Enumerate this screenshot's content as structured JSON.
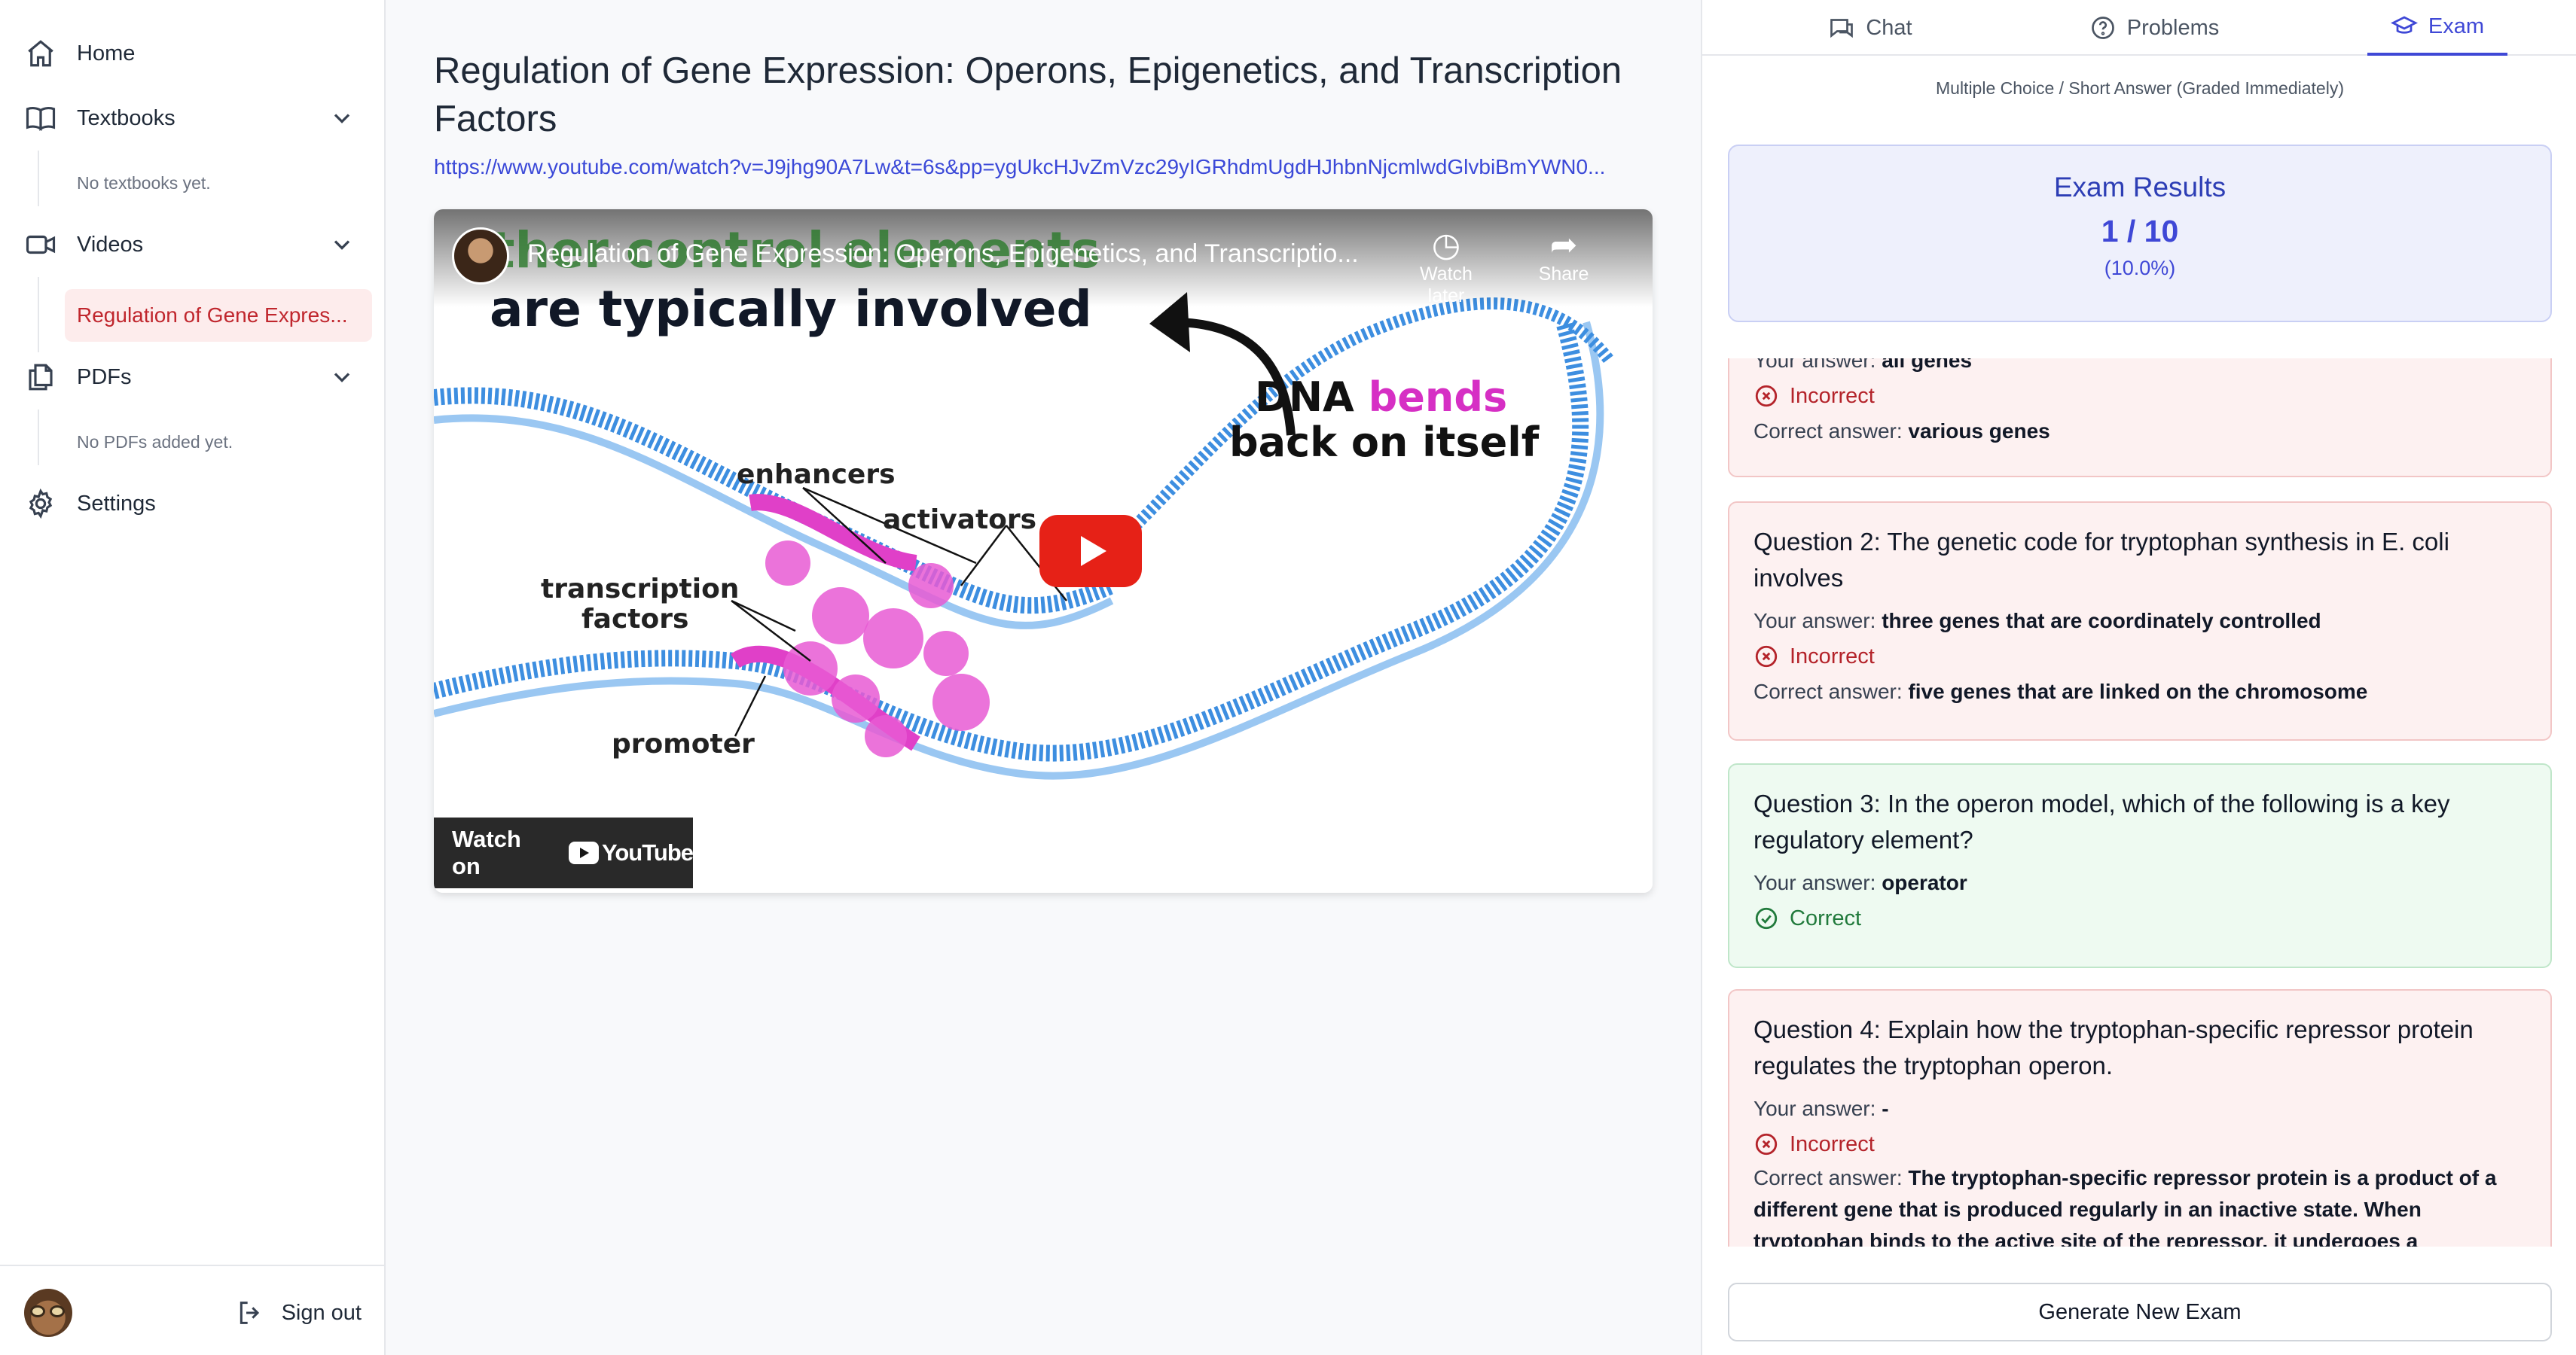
{
  "sidebar": {
    "home_label": "Home",
    "textbooks_label": "Textbooks",
    "textbooks_empty": "No textbooks yet.",
    "videos_label": "Videos",
    "active_video": "Regulation of Gene Expres...",
    "pdfs_label": "PDFs",
    "pdfs_empty": "No PDFs added yet.",
    "settings_label": "Settings",
    "signout_label": "Sign out"
  },
  "main": {
    "title": "Regulation of Gene Expression: Operons, Epigenetics, and Transcription Factors",
    "url": "https://www.youtube.com/watch?v=J9jhg90A7Lw&t=6s&pp=ygUkcHJvZmVzc29yIGRhdmUgdHJhbnNjcmlwdGlvbiBmYWN0...",
    "player": {
      "overlay_title": "Regulation of Gene Expression: Operons, Epigenetics, and Transcriptio...",
      "watch_later": "Watch later",
      "share": "Share",
      "watch_on": "Watch on",
      "youtube_word": "YouTube",
      "frame_heading_1": "ther control elements",
      "frame_heading_2": "are typically involved",
      "dna_word": "DNA",
      "bends_word": "bends",
      "back_on_itself": "back on itself",
      "label_enhancers": "enhancers",
      "label_activators": "activators",
      "label_transcription": "transcription",
      "label_factors": "factors",
      "label_promoter": "promoter"
    }
  },
  "panel": {
    "tabs": {
      "chat": "Chat",
      "problems": "Problems",
      "exam": "Exam"
    },
    "exam_mode": "Multiple Choice / Short Answer (Graded Immediately)",
    "results": {
      "title": "Exam Results",
      "score": "1 / 10",
      "percent": "(10.0%)"
    },
    "questions": {
      "q1": {
        "your_answer_label": "Your answer:",
        "your_answer": "all genes",
        "status": "Incorrect",
        "correct_label": "Correct answer:",
        "correct_answer": "various genes"
      },
      "q2": {
        "text": "Question 2: The genetic code for tryptophan synthesis in E. coli involves",
        "your_answer_label": "Your answer:",
        "your_answer": "three genes that are coordinately controlled",
        "status": "Incorrect",
        "correct_label": "Correct answer:",
        "correct_answer": "five genes that are linked on the chromosome"
      },
      "q3": {
        "text": "Question 3: In the operon model, which of the following is a key regulatory element?",
        "your_answer_label": "Your answer:",
        "your_answer": "operator",
        "status": "Correct"
      },
      "q4": {
        "text": "Question 4: Explain how the tryptophan-specific repressor protein regulates the tryptophan operon.",
        "your_answer_label": "Your answer:",
        "your_answer": "-",
        "status": "Incorrect",
        "correct_label": "Correct answer:",
        "correct_answer": "The tryptophan-specific repressor protein is a product of a different gene that is produced regularly in an inactive state. When tryptophan binds to the active site of the repressor, it undergoes a"
      }
    },
    "generate_button": "Generate New Exam"
  },
  "colors": {
    "accent": "#3f48d6",
    "active_nav_bg": "#fdecec",
    "active_nav_text": "#c0262d",
    "incorrect": "#b4232a",
    "correct": "#217a3c",
    "dna_magenta": "#e040c8",
    "dna_blue": "#3d8ee0"
  }
}
